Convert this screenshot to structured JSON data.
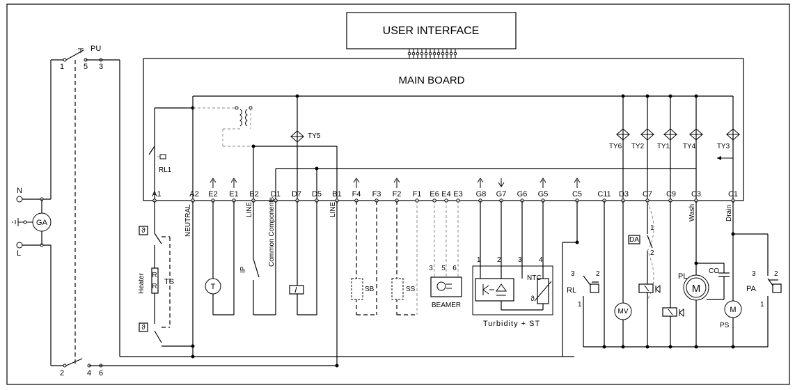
{
  "blocks": {
    "user_interface": "USER INTERFACE",
    "main_board": "MAIN BOARD"
  },
  "power": {
    "switch_name": "PU",
    "top_terminals": [
      "1",
      "5",
      "3"
    ],
    "bottom_terminals": [
      "2",
      "4",
      "6"
    ],
    "neutral": "N",
    "line": "L",
    "ground_filter": "GA"
  },
  "connectors": [
    "A1",
    "A2",
    "E2",
    "E1",
    "B2",
    "D1",
    "D7",
    "D5",
    "B1",
    "F4",
    "F3",
    "F2",
    "F1",
    "E6",
    "E4",
    "E3",
    "G8",
    "G7",
    "G6",
    "G5",
    "C5",
    "C11",
    "D3",
    "C7",
    "C9",
    "C3",
    "C1"
  ],
  "triacs": [
    "TY5",
    "TY6",
    "TY2",
    "TY1",
    "TY4",
    "TY3"
  ],
  "relay": "RL1",
  "wire_labels": {
    "neutral": "NEUTRAL",
    "line_b2": "LINE",
    "common": "Common Components",
    "line_b1": "LINE",
    "wash": "Wash",
    "drain": "Drain",
    "heater": "Heater"
  },
  "components": {
    "ts": "TS",
    "ip": "IP",
    "sb": "SB",
    "ss": "SS",
    "beamer": "BEAMER",
    "beamer_pins": [
      "3",
      "5",
      "6"
    ],
    "turbidity": "Turbidity + ST",
    "turbidity_pins": [
      "1",
      "2",
      "3",
      "4"
    ],
    "ntc": "NTC",
    "rl": "RL",
    "rl_pins": [
      "3",
      "2",
      "1"
    ],
    "mv": "MV",
    "da": "DA",
    "pl": "PL",
    "co": "CO",
    "pa": "PA",
    "pa_pins": [
      "3",
      "2",
      "1"
    ],
    "ps": "PS",
    "da_pins": [
      "1",
      "2"
    ]
  }
}
